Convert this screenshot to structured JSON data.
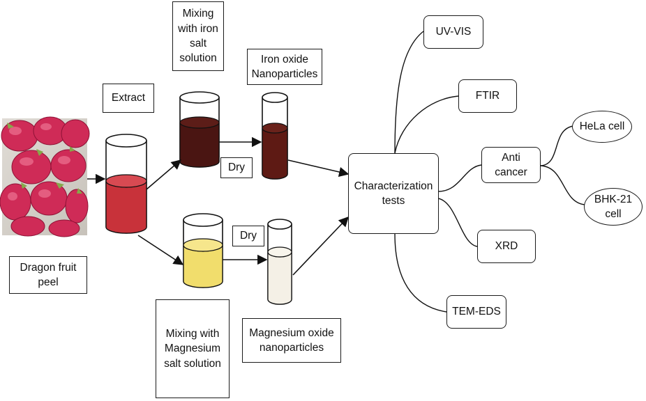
{
  "labels": {
    "dragon_fruit_peel": "Dragon fruit\npeel",
    "extract": "Extract",
    "mixing_iron": "Mixing\nwith iron\nsalt\nsolution",
    "iron_oxide": "Iron oxide\nNanoparticles",
    "dry_top": "Dry",
    "dry_bottom": "Dry",
    "mixing_magnesium": "Mixing with\nMagnesium\nsalt solution",
    "magnesium_oxide": "Magnesium oxide\nnanoparticles",
    "characterization": "Characterization\ntests",
    "uv_vis": "UV-VIS",
    "ftir": "FTIR",
    "anticancer": "Anti\ncancer",
    "hela": "HeLa cell",
    "bhk": "BHK-21\ncell",
    "xrd": "XRD",
    "tem_eds": "TEM-EDS"
  },
  "colors": {
    "extract_liquid": "#c8323a",
    "iron_mix_liquid": "#4a1512",
    "iron_oxide_liquid": "#5e1a14",
    "magnesium_mix_liquid": "#f1dd6c",
    "magnesium_oxide_liquid": "#f4f0e6",
    "fruit": "#cc2a55"
  }
}
